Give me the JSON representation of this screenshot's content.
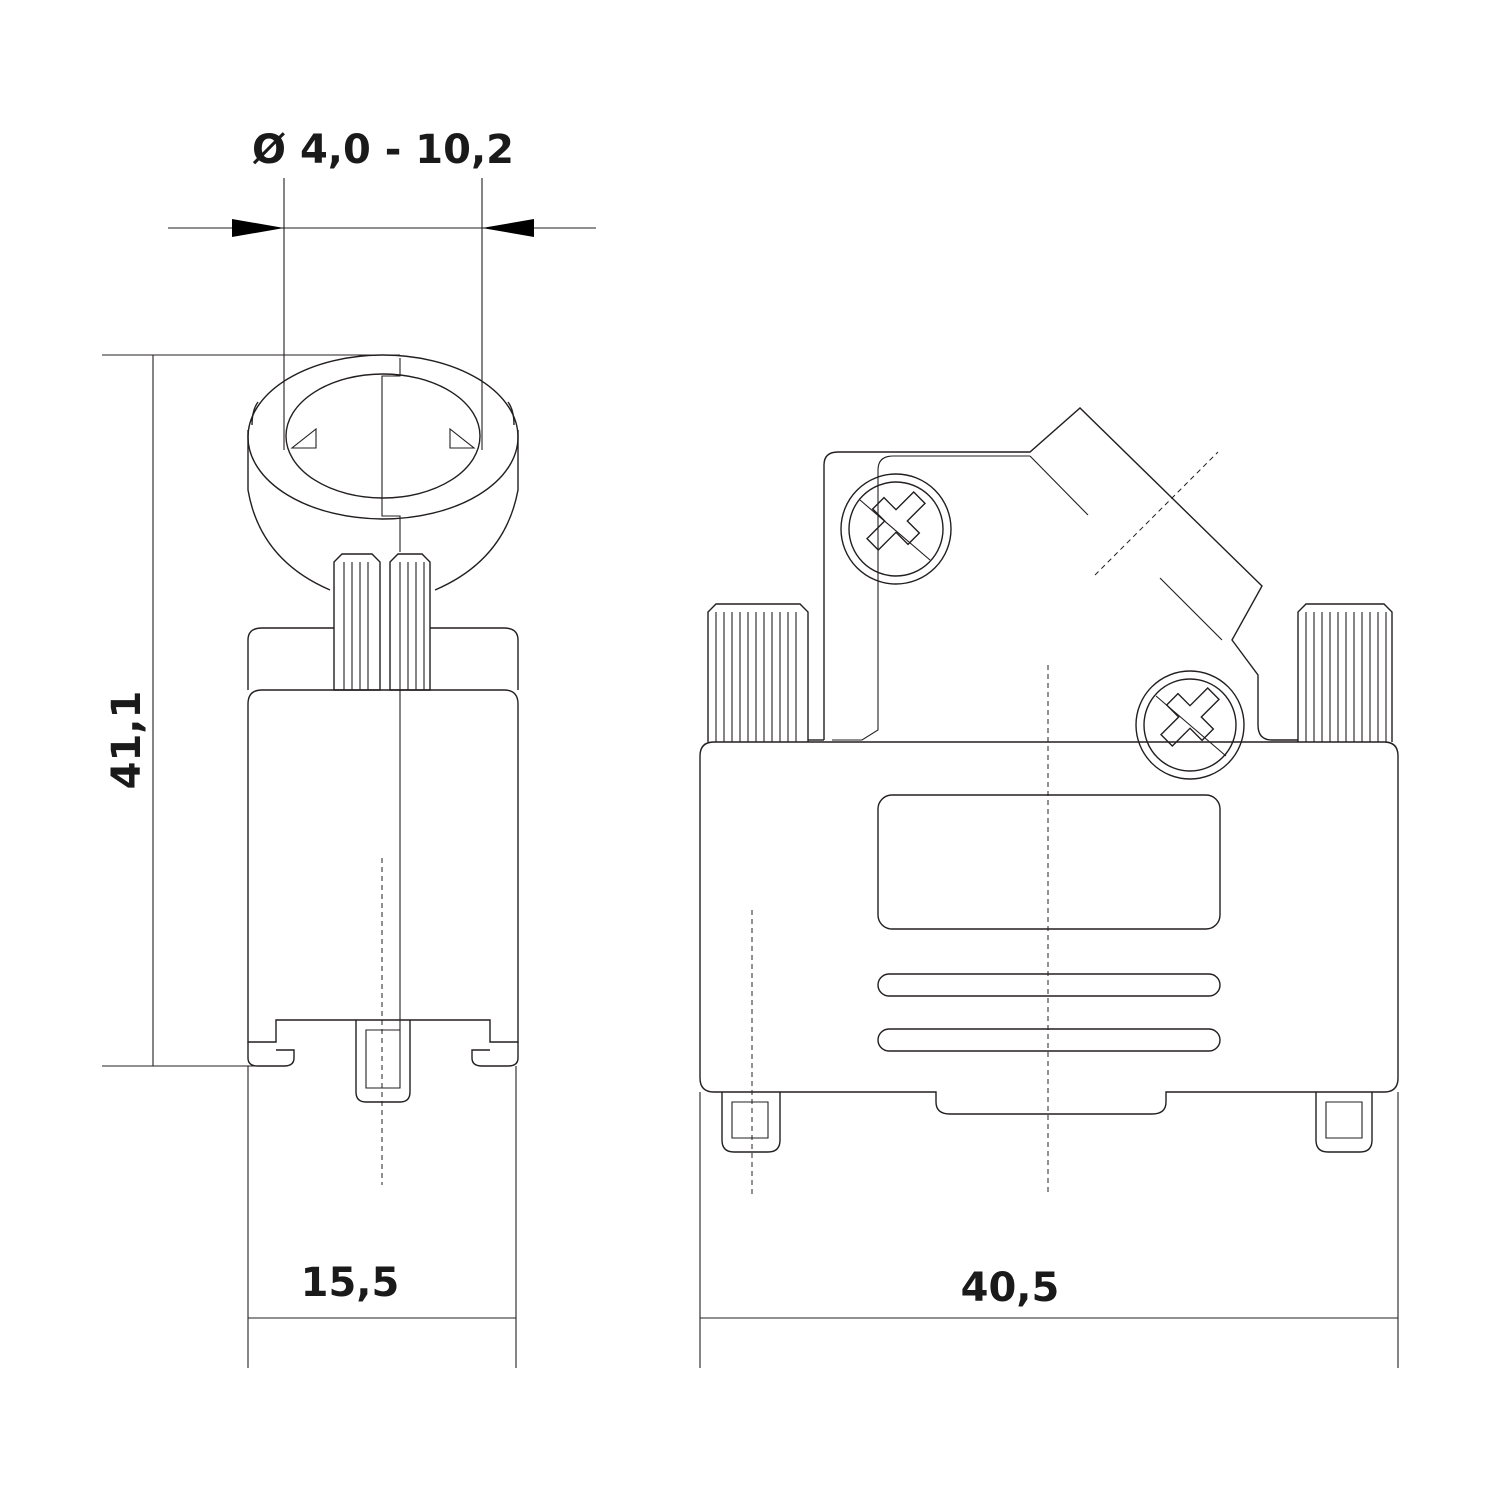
{
  "dimensions": {
    "cable_diameter": "Ø 4,0 - 10,2",
    "height": "41,1",
    "side_width": "15,5",
    "front_width": "40,5"
  },
  "colors": {
    "line": "#231f20",
    "arrow": "#000000",
    "background": "#ffffff"
  },
  "views": [
    "side-view",
    "front-view"
  ]
}
